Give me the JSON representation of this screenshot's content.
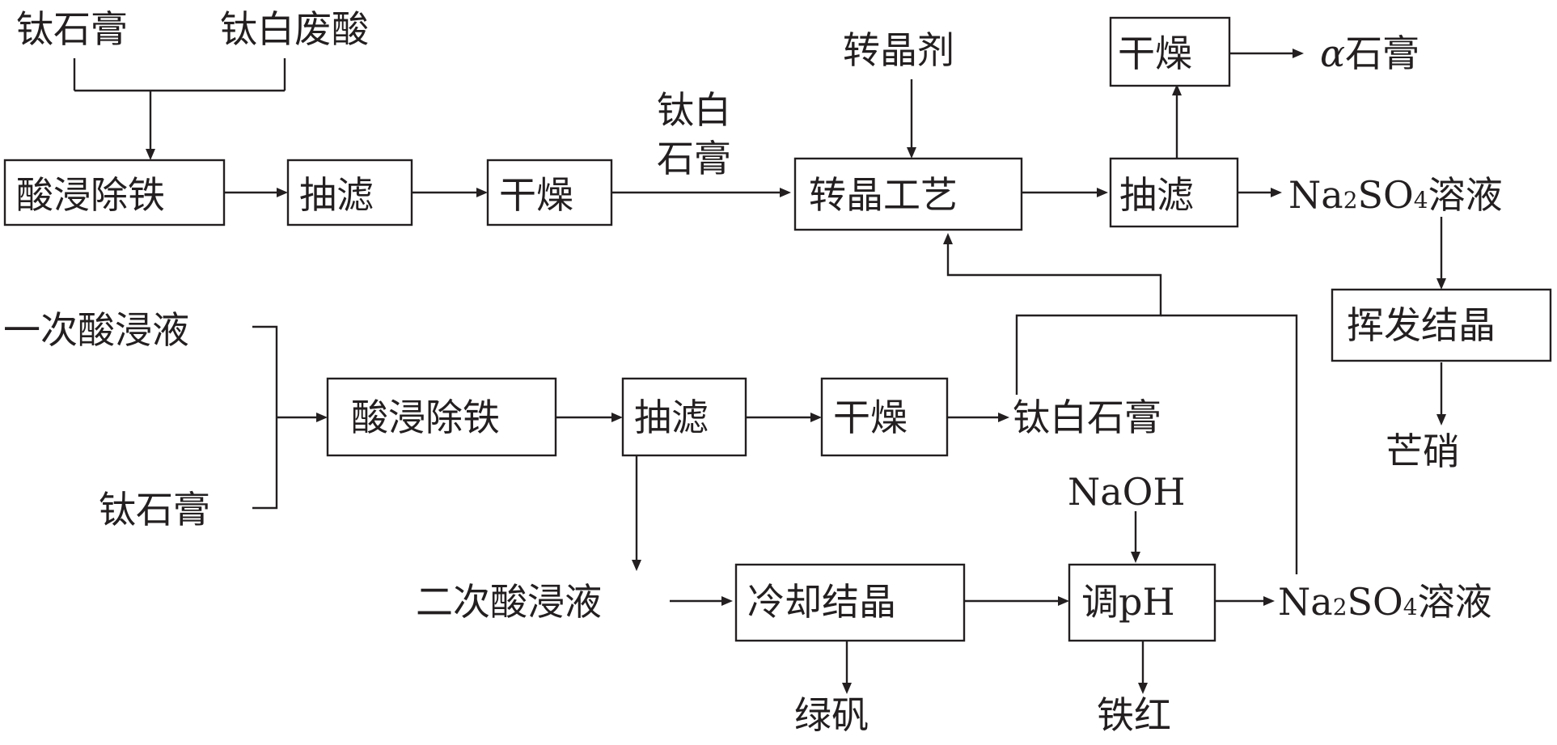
{
  "diagram": {
    "type": "process-flow",
    "line_color": "#231f20",
    "top_flow": {
      "input_gypsum": "钛石膏",
      "input_waste_acid": "钛白废酸",
      "leach_box": "酸浸除铁",
      "filter_box": "抽滤",
      "dry_box": "干燥",
      "edge_label_line1": "钛白",
      "edge_label_line2": "石膏",
      "crystal_agent": "转晶剂",
      "transform_box": "转晶工艺",
      "filter2_box": "抽滤",
      "dry2_box": "干燥",
      "alpha_gypsum_greek": "α",
      "alpha_gypsum_text": "石膏",
      "sodium_sulfate_na": "Na",
      "sodium_sulfate_sub2": "2",
      "sodium_sulfate_so": "SO",
      "sodium_sulfate_sub4": "4",
      "sodium_sulfate_tail": "溶液",
      "evaporate_box": "挥发结晶",
      "mirabilite": "芒硝"
    },
    "bottom_flow": {
      "primary_leachate": "一次酸浸液",
      "input_gypsum": "钛石膏",
      "leach_box": "酸浸除铁",
      "filter_box": "抽滤",
      "dry_box": "干燥",
      "titanium_white_gypsum": "钛白石膏",
      "secondary_leachate": "二次酸浸液",
      "cool_box": "冷却结晶",
      "green_vitriol": "绿矾",
      "naoh": "NaOH",
      "ph_box": "调pH",
      "iron_red": "铁红",
      "sodium_sulfate_na": "Na",
      "sodium_sulfate_sub2": "2",
      "sodium_sulfate_so": "SO",
      "sodium_sulfate_sub4": "4",
      "sodium_sulfate_tail": "溶液"
    }
  }
}
